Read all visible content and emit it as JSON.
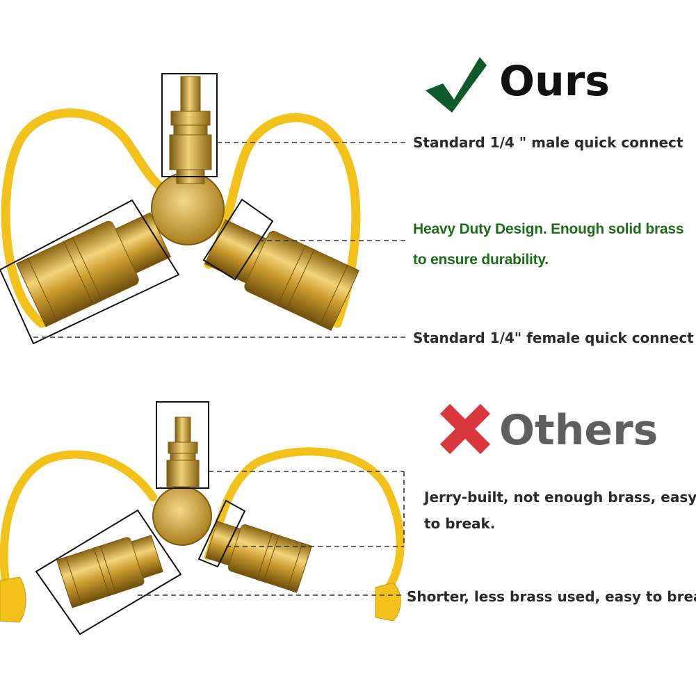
{
  "ours": {
    "heading": "Ours",
    "colors": {
      "check": "#0d5a2a",
      "heading": "#111111",
      "highlight": "#1e6b1b"
    },
    "callouts": {
      "male": "Standard 1/4 \" male quick connect",
      "design_line1": "Heavy Duty Design. Enough solid brass",
      "design_line2": "to ensure durability.",
      "female": "Standard 1/4\" female quick connect"
    }
  },
  "others": {
    "heading": "Others",
    "colors": {
      "cross": "#d9363e",
      "heading": "#5f5f5f"
    },
    "callouts": {
      "jerry_line1": "Jerry-built, not enough brass, easy",
      "jerry_line2": "to break.",
      "shorter": "Shorter, less brass used, easy to break"
    }
  },
  "colors": {
    "hose": "#f2c21a",
    "brass": "#c99a2e",
    "frame": "#111111"
  }
}
